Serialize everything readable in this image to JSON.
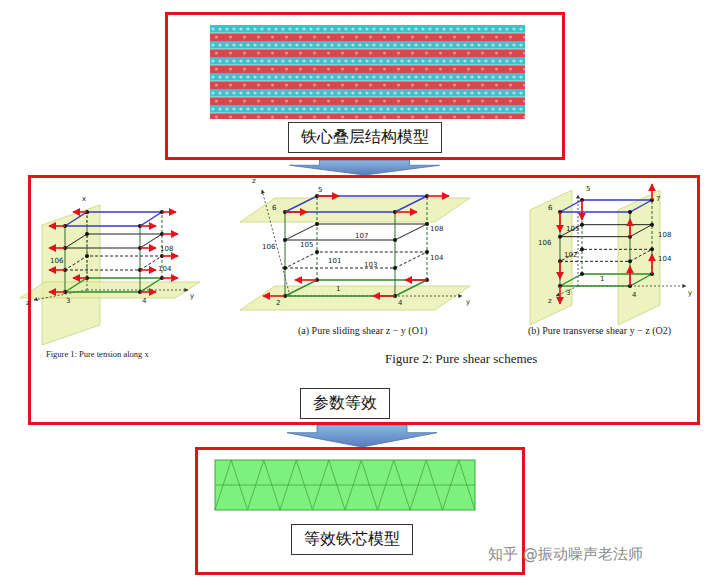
{
  "diagram": {
    "nodes": [
      {
        "text": [
          "铁心叠层结构模型"
        ]
      },
      {
        "text": [
          "参数等效"
        ]
      },
      {
        "text": [
          "等效铁芯模型"
        ]
      }
    ],
    "edges": [
      {
        "from": 0,
        "to": 1,
        "arrow": "to"
      },
      {
        "from": 1,
        "to": 2,
        "arrow": "to"
      }
    ],
    "labels": [
      "Figure 1: Pure tension along x",
      "(a) Pure sliding shear z − y (O1)",
      "(b) Pure transverse shear y − z (O2)",
      "Figure 2: Pure shear schemes",
      "x",
      "z",
      "y",
      "106",
      "108",
      "104",
      "3",
      "4",
      "z",
      "6",
      "5",
      "105",
      "107",
      "108",
      "106",
      "101",
      "103",
      "104",
      "2",
      "1",
      "4",
      "y",
      "5",
      "6",
      "105",
      "7",
      "106",
      "108",
      "102",
      "104",
      "1",
      "3",
      "4",
      "z",
      "y",
      "知乎 @振动噪声老法师"
    ]
  }
}
